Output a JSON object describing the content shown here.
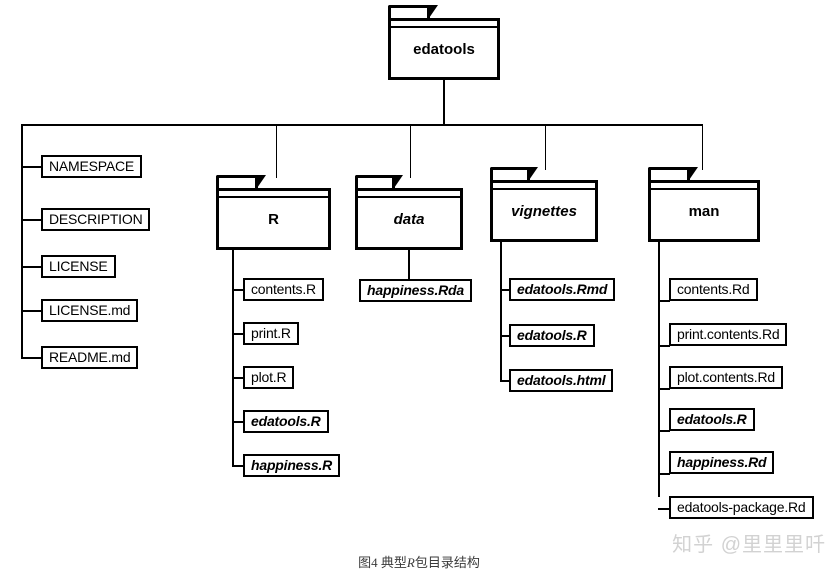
{
  "diagram": {
    "type": "directory-tree",
    "root": {
      "label": "edatools",
      "kind": "folder",
      "style": "normal"
    },
    "root_files": [
      {
        "label": "NAMESPACE",
        "kind": "file",
        "style": "normal"
      },
      {
        "label": "DESCRIPTION",
        "kind": "file",
        "style": "normal"
      },
      {
        "label": "LICENSE",
        "kind": "file",
        "style": "normal"
      },
      {
        "label": "LICENSE.md",
        "kind": "file",
        "style": "normal"
      },
      {
        "label": "README.md",
        "kind": "file",
        "style": "normal"
      }
    ],
    "folders": [
      {
        "label": "R",
        "kind": "folder",
        "style": "normal",
        "children": [
          {
            "label": "contents.R",
            "style": "normal"
          },
          {
            "label": "print.R",
            "style": "normal"
          },
          {
            "label": "plot.R",
            "style": "normal"
          },
          {
            "label": "edatools.R",
            "style": "italic"
          },
          {
            "label": "happiness.R",
            "style": "italic"
          }
        ]
      },
      {
        "label": "data",
        "kind": "folder",
        "style": "italic",
        "children": [
          {
            "label": "happiness.Rda",
            "style": "italic"
          }
        ]
      },
      {
        "label": "vignettes",
        "kind": "folder",
        "style": "italic",
        "children": [
          {
            "label": "edatools.Rmd",
            "style": "italic"
          },
          {
            "label": "edatools.R",
            "style": "italic"
          },
          {
            "label": "edatools.html",
            "style": "italic"
          }
        ]
      },
      {
        "label": "man",
        "kind": "folder",
        "style": "normal",
        "children": [
          {
            "label": "contents.Rd",
            "style": "normal"
          },
          {
            "label": "print.contents.Rd",
            "style": "normal"
          },
          {
            "label": "plot.contents.Rd",
            "style": "normal"
          },
          {
            "label": "edatools.R",
            "style": "italic"
          },
          {
            "label": "happiness.Rd",
            "style": "italic"
          },
          {
            "label": "edatools-package.Rd",
            "style": "normal"
          }
        ]
      }
    ]
  },
  "caption": {
    "prefix": "图4 ",
    "text_a": "典型",
    "em": "R",
    "text_b": "包目录结构",
    "full": "图4 典型R包目录结构"
  },
  "watermark": {
    "text": "知乎 @里里里吀"
  },
  "colors": {
    "line": "#000000",
    "background": "#ffffff",
    "caption": "#3a3a3a",
    "watermark": "#d2d2d2"
  }
}
